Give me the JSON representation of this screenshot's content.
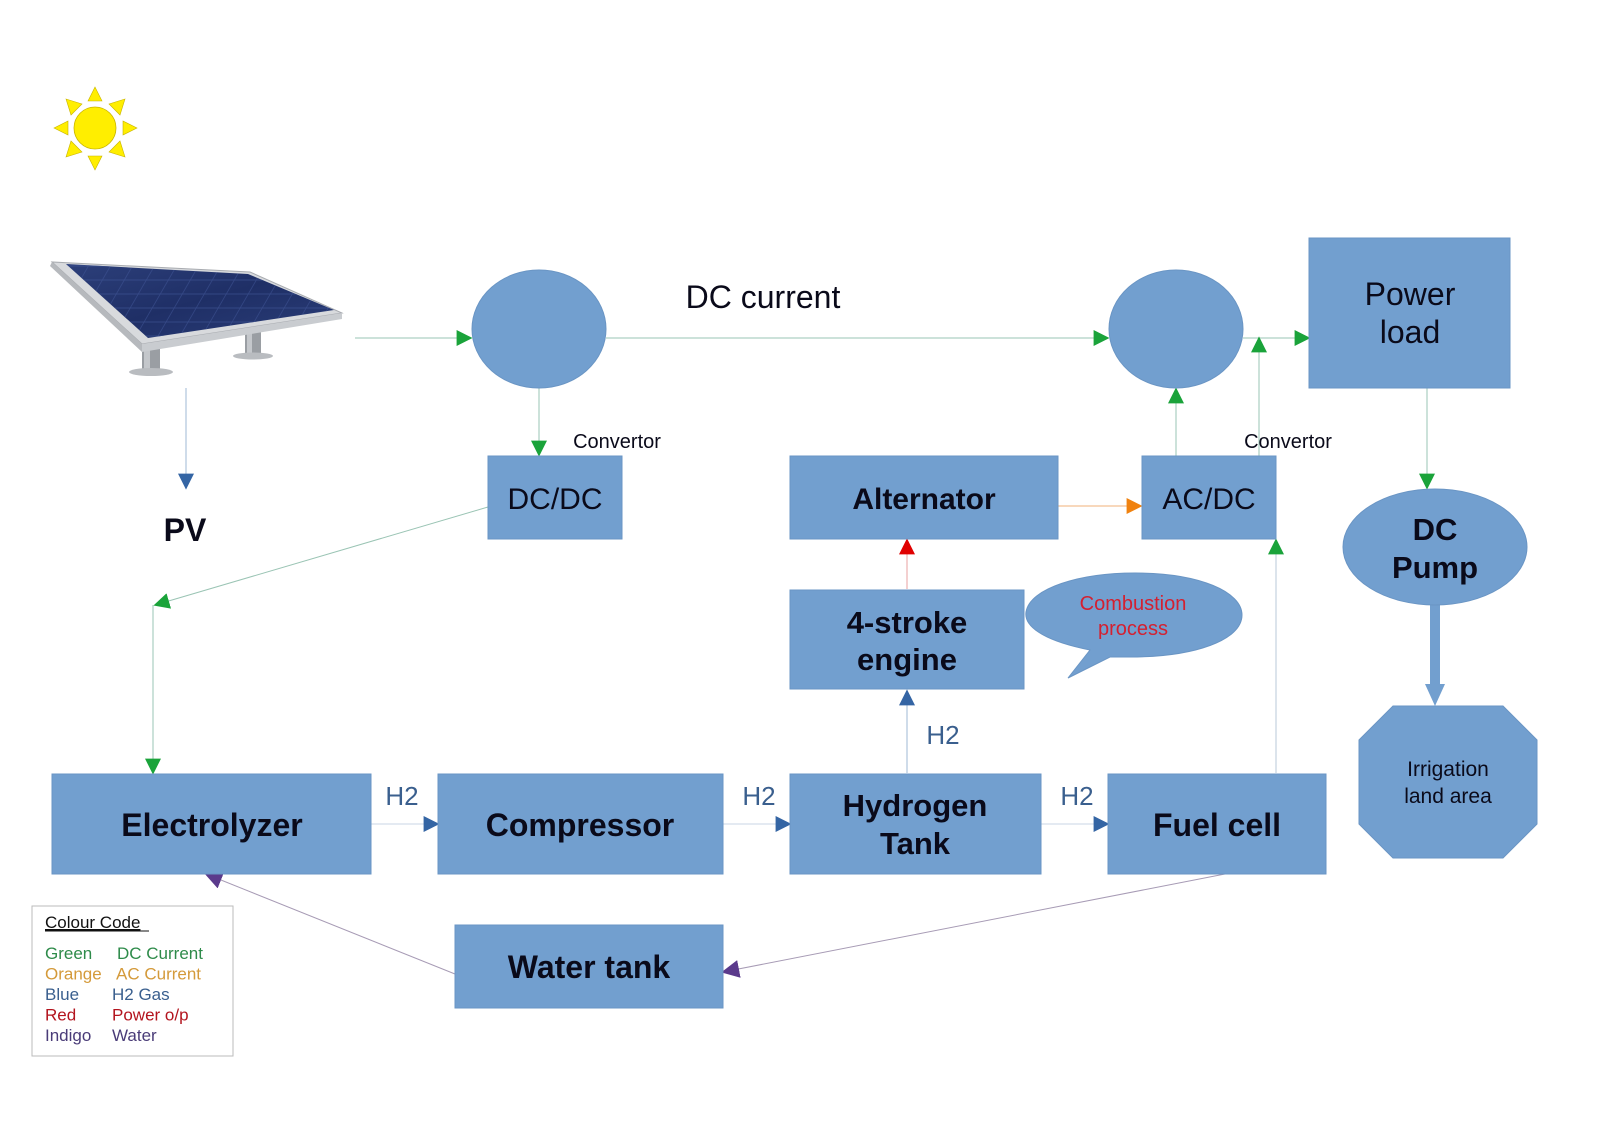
{
  "colors": {
    "box_fill": "#729fcf",
    "dc_current": "#1aa33a",
    "ac_current": "#f0820f",
    "h2_gas": "#3465a4",
    "power_output": "#e00000",
    "water": "#5b3a8c",
    "line_dc": "#9ac4b4",
    "line_h2": "#9fb8d6",
    "line_water": "#a79bb5",
    "sun": "#ffee00",
    "bubble_text": "#d42030",
    "h2_label": "#3a5f8e"
  },
  "labels": {
    "pv": "PV",
    "dc_current": "DC current",
    "convertor_left": "Convertor",
    "convertor_right": "Convertor",
    "h2": "H2"
  },
  "nodes": {
    "dc_dc": "DC/DC",
    "alternator": "Alternator",
    "ac_dc": "AC/DC",
    "power_load_line1": "Power",
    "power_load_line2": "load",
    "dc_pump_line1": "DC",
    "dc_pump_line2": "Pump",
    "engine_line1": "4-stroke",
    "engine_line2": "engine",
    "combustion_line1": "Combustion",
    "combustion_line2": "process",
    "irrigation_line1": "Irrigation",
    "irrigation_line2": "land area",
    "electrolyzer": "Electrolyzer",
    "compressor": "Compressor",
    "hydrogen_tank_line1": "Hydrogen",
    "hydrogen_tank_line2": "Tank",
    "fuel_cell": "Fuel cell",
    "water_tank": "Water tank"
  },
  "legend": {
    "title": "Colour Code",
    "items": [
      {
        "color_name": "Green",
        "meaning": "DC Current",
        "hex": "#2e8b4a"
      },
      {
        "color_name": "Orange",
        "meaning": "AC Current",
        "hex": "#d49a3a"
      },
      {
        "color_name": "Blue",
        "meaning": "H2 Gas",
        "hex": "#3a5f8e"
      },
      {
        "color_name": "Red",
        "meaning": "Power o/p",
        "hex": "#b3141e"
      },
      {
        "color_name": "Indigo",
        "meaning": "Water",
        "hex": "#4a3c78"
      }
    ]
  }
}
